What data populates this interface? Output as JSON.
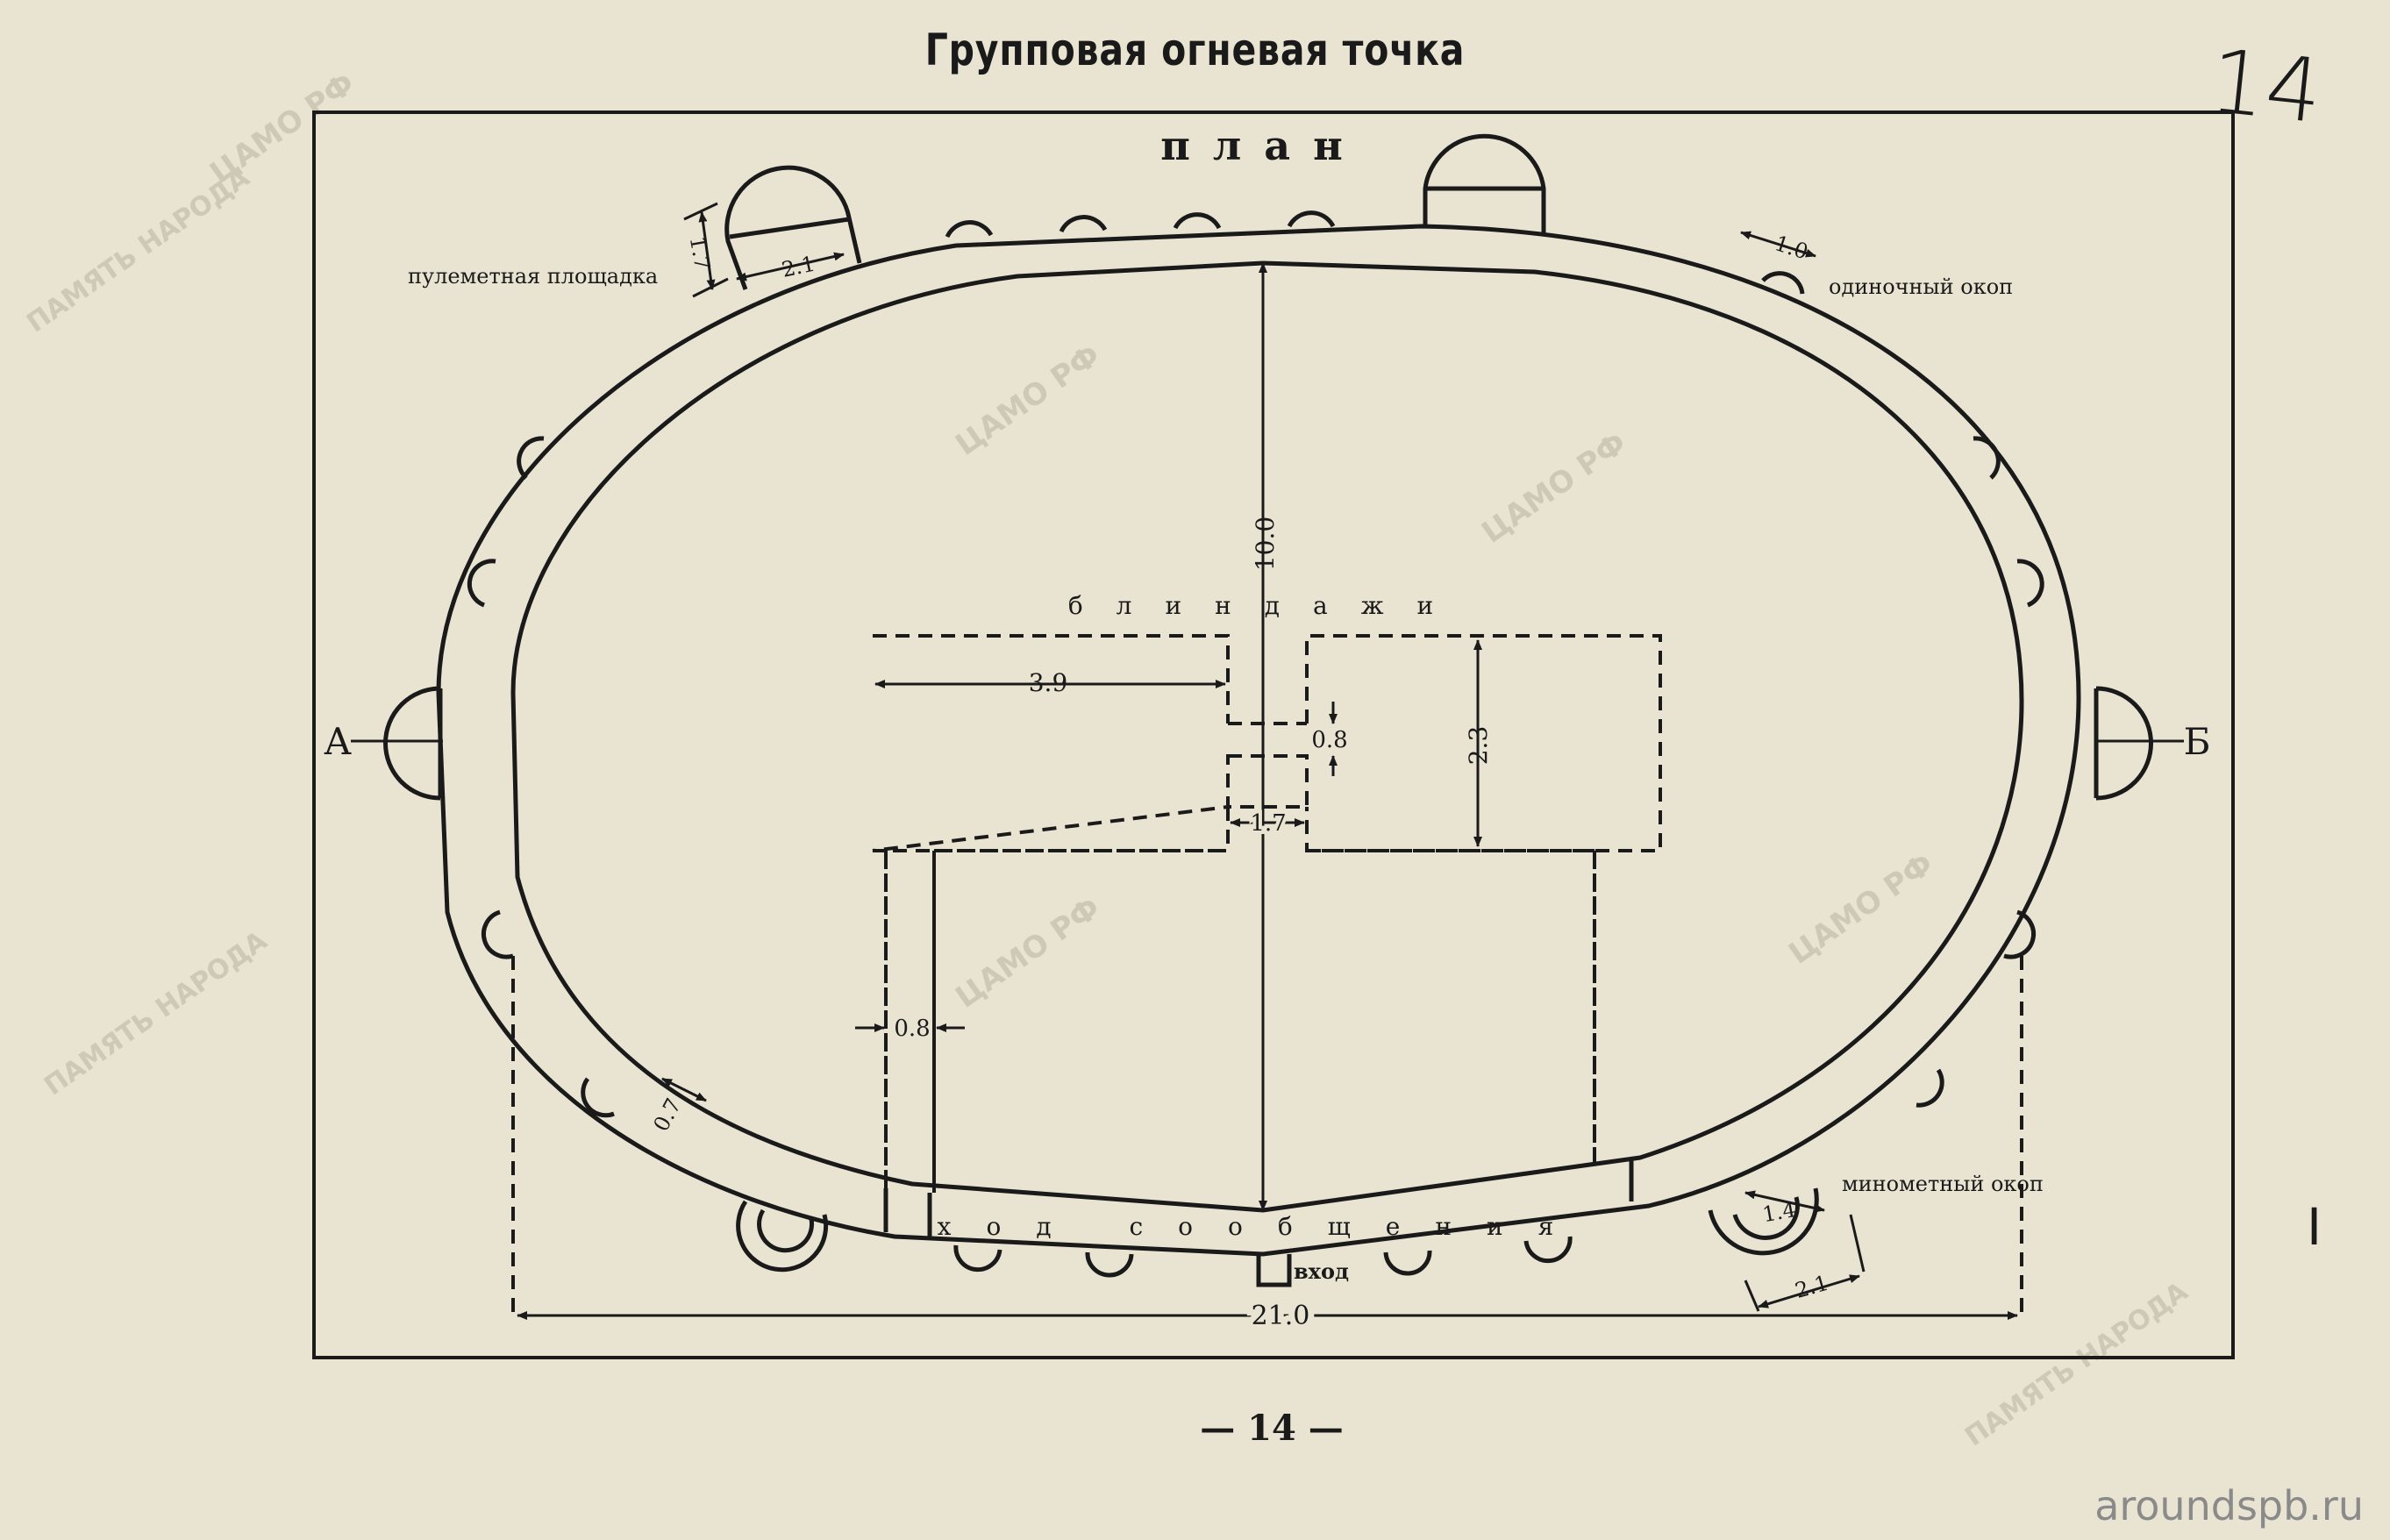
{
  "title": "Групповая огневая точка",
  "plan_label": "план",
  "page_number_corner": "14",
  "page_number_bottom": "— 14 —",
  "margin_mark": "I",
  "watermark_site": "aroundspb.ru",
  "archive_stamp": "ЦАМО РФ",
  "archive_stamp_2": "ПАМЯТЬ НАРОДА",
  "labels": {
    "machine_gun": "пулеметная площадка",
    "single_trench": "одиночный окоп",
    "mortar_trench": "минометный окоп",
    "dugouts": "блиндажи",
    "comm_passage": "ход сообщения",
    "entrance": "вход",
    "section_a": "А",
    "section_b": "Б"
  },
  "dimensions": {
    "d1_7": "1.7",
    "d2_1_top": "2.1",
    "d1_0": "1.0",
    "d10_0": "10.0",
    "d3_9": "3.9",
    "d0_8_center": "0.8",
    "d2_3": "2.3",
    "d1_7_center": "1.7",
    "d0_8_left": "0.8",
    "d0_7": "0.7",
    "d1_4": "1.4",
    "d2_1_bottom": "2.1",
    "d21_0": "21.0"
  },
  "colors": {
    "paper": "#e9e4d2",
    "ink": "#1a1a1a"
  }
}
